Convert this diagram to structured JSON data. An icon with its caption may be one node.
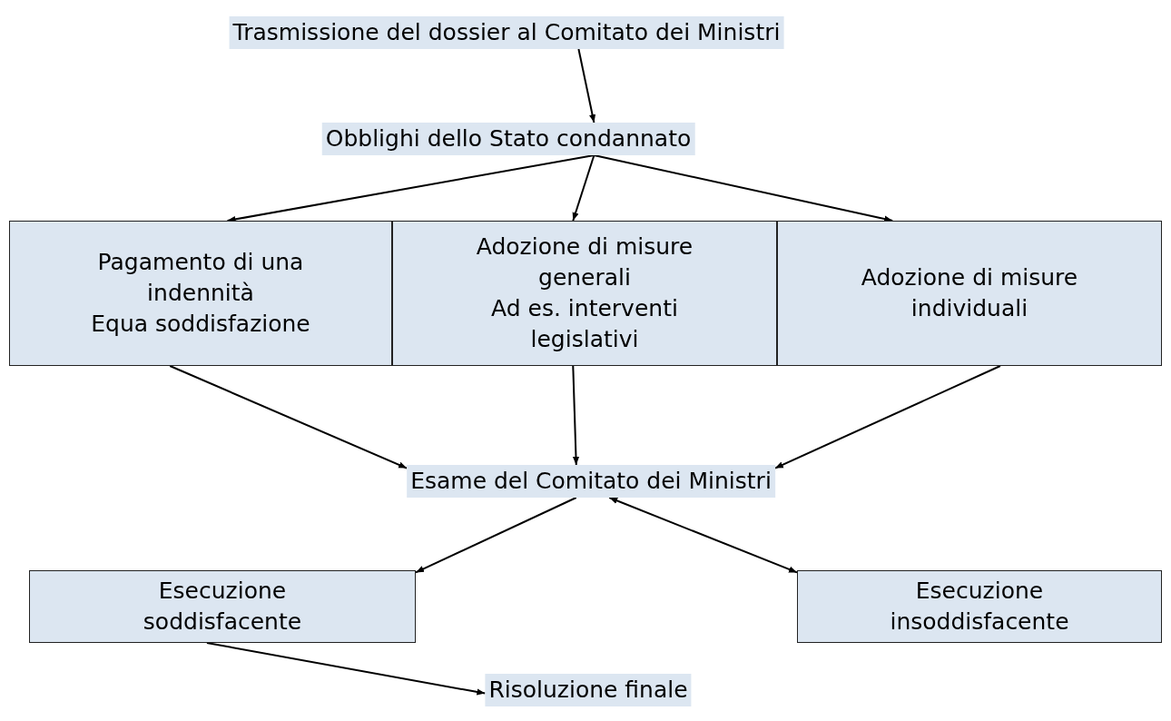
{
  "diagram": {
    "nodes": [
      {
        "text": [
          "Trasmissione del dossier al Comitato dei Ministri"
        ]
      },
      {
        "text": [
          "Obblighi dello Stato condannato"
        ]
      },
      {
        "text": [
          "Pagamento di una indennità",
          "Equa soddisfazione"
        ]
      },
      {
        "text": [
          "Adozione di misure generali",
          "Ad es. interventi legislativi"
        ]
      },
      {
        "text": [
          "Adozione di misure individuali"
        ]
      },
      {
        "text": [
          "Esame del Comitato dei Ministri"
        ]
      },
      {
        "text": [
          "Esecuzione soddisfacente"
        ]
      },
      {
        "text": [
          "Esecuzione insoddisfacente"
        ]
      },
      {
        "text": [
          "Risoluzione finale"
        ]
      }
    ],
    "edges": [
      {
        "from": 0,
        "to": 1,
        "arrow": "to"
      },
      {
        "from": 1,
        "to": 2,
        "arrow": "to"
      },
      {
        "from": 1,
        "to": 3,
        "arrow": "to"
      },
      {
        "from": 1,
        "to": 4,
        "arrow": "to"
      },
      {
        "from": 2,
        "to": 5,
        "arrow": "to"
      },
      {
        "from": 3,
        "to": 5,
        "arrow": "to"
      },
      {
        "from": 4,
        "to": 5,
        "arrow": "to"
      },
      {
        "from": 5,
        "to": 6,
        "arrow": "to"
      },
      {
        "from": 5,
        "to": 7,
        "arrow": "both"
      },
      {
        "from": 6,
        "to": 8,
        "arrow": "to"
      }
    ]
  }
}
